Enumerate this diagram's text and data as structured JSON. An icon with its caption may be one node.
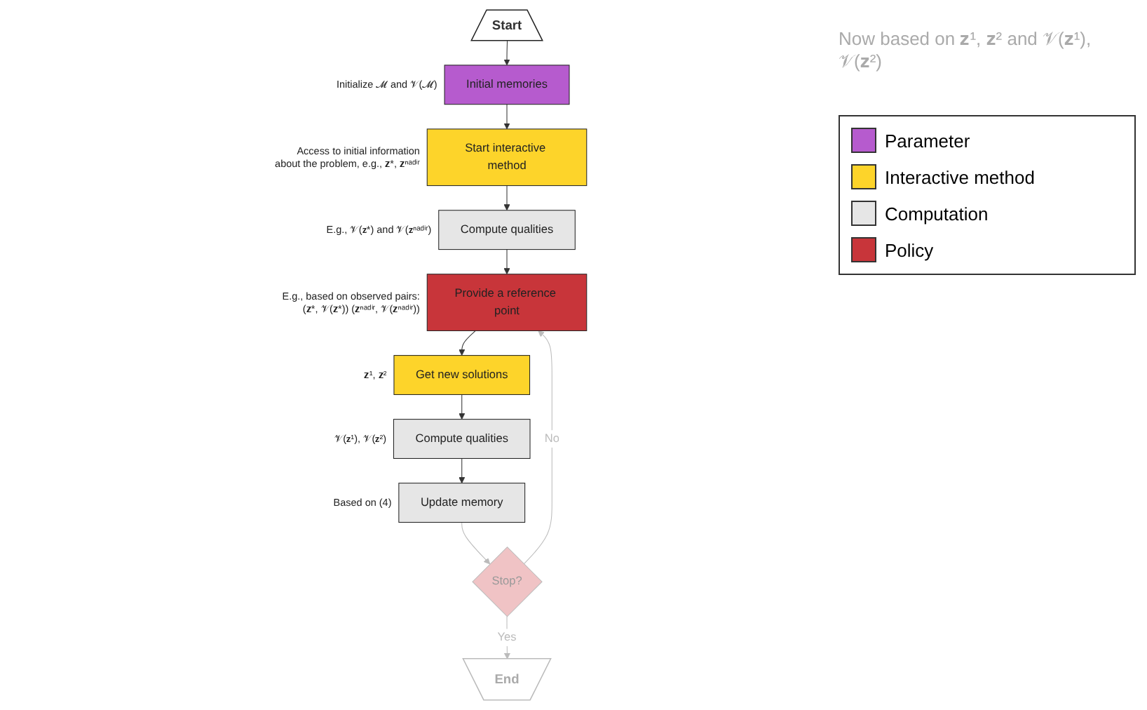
{
  "diagram": {
    "nodes": [
      {
        "text": [
          "Start"
        ]
      },
      {
        "text": [
          "Initial memories"
        ],
        "beside": [
          "Initialize 𝓜 and 𝒱(𝓜)"
        ]
      },
      {
        "text": [
          "Start interactive method"
        ],
        "beside": [
          "Access to initial information about the problem, e.g., 𝐳*, 𝐳ⁿᵃᵈⁱʳ"
        ]
      },
      {
        "text": [
          "Compute qualities"
        ],
        "beside": [
          "E.g., 𝒱(𝐳*) and 𝒱(𝐳ⁿᵃᵈⁱʳ)"
        ]
      },
      {
        "text": [
          "Provide a reference point"
        ],
        "beside": [
          "E.g., based on observed pairs: (𝐳*, 𝒱(𝐳*)) (𝐳ⁿᵃᵈⁱʳ, 𝒱(𝐳ⁿᵃᵈⁱʳ))"
        ]
      },
      {
        "text": [
          "Get new solutions"
        ],
        "beside": [
          "𝐳¹, 𝐳²"
        ]
      },
      {
        "text": [
          "Compute qualities"
        ],
        "beside": [
          "𝒱(𝐳¹), 𝒱(𝐳²)"
        ]
      },
      {
        "text": [
          "Update memory"
        ],
        "beside": [
          "Based on (4)"
        ]
      },
      {
        "text": [
          "Stop?"
        ]
      },
      {
        "text": [
          "End"
        ]
      }
    ],
    "edges": [
      {
        "from": 0,
        "to": 1,
        "arrow": "to"
      },
      {
        "from": 1,
        "to": 2,
        "arrow": "to"
      },
      {
        "from": 2,
        "to": 3,
        "arrow": "to"
      },
      {
        "from": 3,
        "to": 4,
        "arrow": "to"
      },
      {
        "from": 4,
        "to": 5,
        "arrow": "to"
      },
      {
        "from": 5,
        "to": 6,
        "arrow": "to"
      },
      {
        "from": 6,
        "to": 7,
        "arrow": "to"
      },
      {
        "from": 7,
        "to": 8,
        "arrow": "to",
        "color": "#bbbbbb"
      },
      {
        "from": 8,
        "to": 4,
        "arrow": "to",
        "label": "No",
        "color": "#bbbbbb"
      },
      {
        "from": 8,
        "to": 9,
        "arrow": "to",
        "label": "Yes",
        "color": "#bbbbbb"
      }
    ],
    "labels": [
      "Now based on 𝐳¹, 𝐳² and 𝒱(𝐳¹), 𝒱(𝐳²)"
    ],
    "legend": [
      {
        "text": "Parameter",
        "color": "#b65bce"
      },
      {
        "text": "Interactive method",
        "color": "#fdd42a"
      },
      {
        "text": "Computation",
        "color": "#e6e6e6"
      },
      {
        "text": "Policy",
        "color": "#c8353a"
      }
    ]
  }
}
